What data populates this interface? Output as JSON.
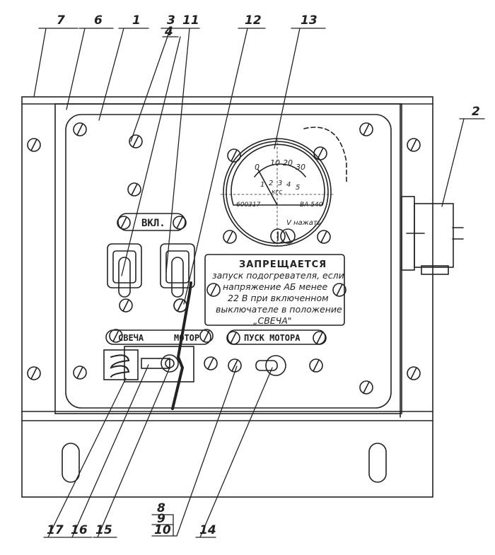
{
  "callouts": [
    "7",
    "6",
    "1",
    "3",
    "11",
    "4",
    "12",
    "13",
    "2",
    "17",
    "16",
    "15",
    "8",
    "9",
    "10",
    "14"
  ],
  "labels": {
    "vkl": "ВКЛ.",
    "svecha": "СВЕЧА",
    "motor": "МОТОР",
    "pusk": "ПУСК МОТОРА"
  },
  "warning": {
    "title": "ЗАПРЕЩАЕТСЯ",
    "lines": [
      "запуск подогревателя, если",
      "напряжение АБ менее",
      "22 В при включенном",
      "выключателе в положение",
      "„СВЕЧА\""
    ]
  },
  "meter": {
    "scale_top": [
      "0",
      "10",
      "20",
      "30"
    ],
    "scale_bottom": [
      "1",
      "2",
      "3",
      "4",
      "5"
    ],
    "unit": "кгс",
    "model_left": "600317",
    "model_right": "ВА 540",
    "button_label": "V нажать"
  }
}
